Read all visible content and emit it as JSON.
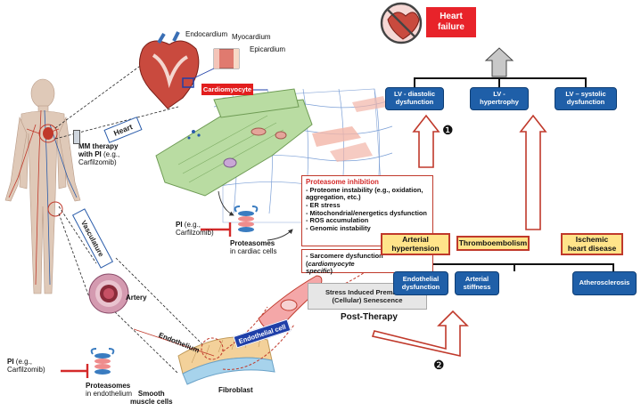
{
  "heart_failure": "Heart\nfailure",
  "lv_boxes": [
    "LV - diastolic\ndysfunction",
    "LV -\nhypertrophy",
    "LV – systolic\ndysfunction"
  ],
  "path_numbers": [
    "❶",
    "❷"
  ],
  "heart_layers": [
    "Endocardium",
    "Myocardium",
    "Epicardium"
  ],
  "cardiomyocyte_tag": "Cardiomyocyte",
  "heart_label": "Heart",
  "vasculature_label": "Vasculature",
  "mm_therapy": "MM therapy\nwith PI (e.g.,\nCarfilzomib)",
  "mm_therapy_parts": [
    "MM therapy",
    "with PI",
    "(e.g.,",
    "Carfilzomib)"
  ],
  "pi_cardiac": [
    "PI",
    "(e.g.,",
    "Carfilzomib)"
  ],
  "proteasomes_cardiac": [
    "Proteasomes",
    "in cardiac cells"
  ],
  "pi_endo": [
    "PI",
    "(e.g.,",
    "Carfilzomib)"
  ],
  "proteasomes_endo": [
    "Proteasomes",
    "in endothelium"
  ],
  "artery": "Artery",
  "endothelium": "Endothelium",
  "endothelial_cell_tag": "Endothelial cell",
  "smooth_muscle": "Smooth\nmuscle cells",
  "fibroblast": "Fibroblast",
  "inhibition_box": {
    "title": "Proteasome inhibition",
    "items": [
      "- Proteome instability (e.g., oxidation,\naggregation, etc.)",
      "- ER stress",
      "- Mitochondrial/energetics dysfunction",
      "- ROS accumulation",
      "- Genomic instability"
    ]
  },
  "sarcomere": [
    "- Sarcomere dysfunction (",
    "cardiomyocyte\nspecific",
    ")"
  ],
  "senescence": "Stress Induced Premature\n(Cellular) Senescence",
  "post_therapy": "Post-Therapy",
  "vascular_diseases": [
    "Arterial\nhypertension",
    "Thromboembolism",
    "Ischemic\nheart disease"
  ],
  "endothelial_boxes": [
    "Endothelial\ndysfunction",
    "Arterial\nstiffness",
    "Atherosclerosis"
  ],
  "colors": {
    "blue_box": "#1f5fa8",
    "red_arrow": "#c0392b",
    "yellow_fill": "#ffe48a",
    "heart_failure_bg": "#e8232a"
  }
}
